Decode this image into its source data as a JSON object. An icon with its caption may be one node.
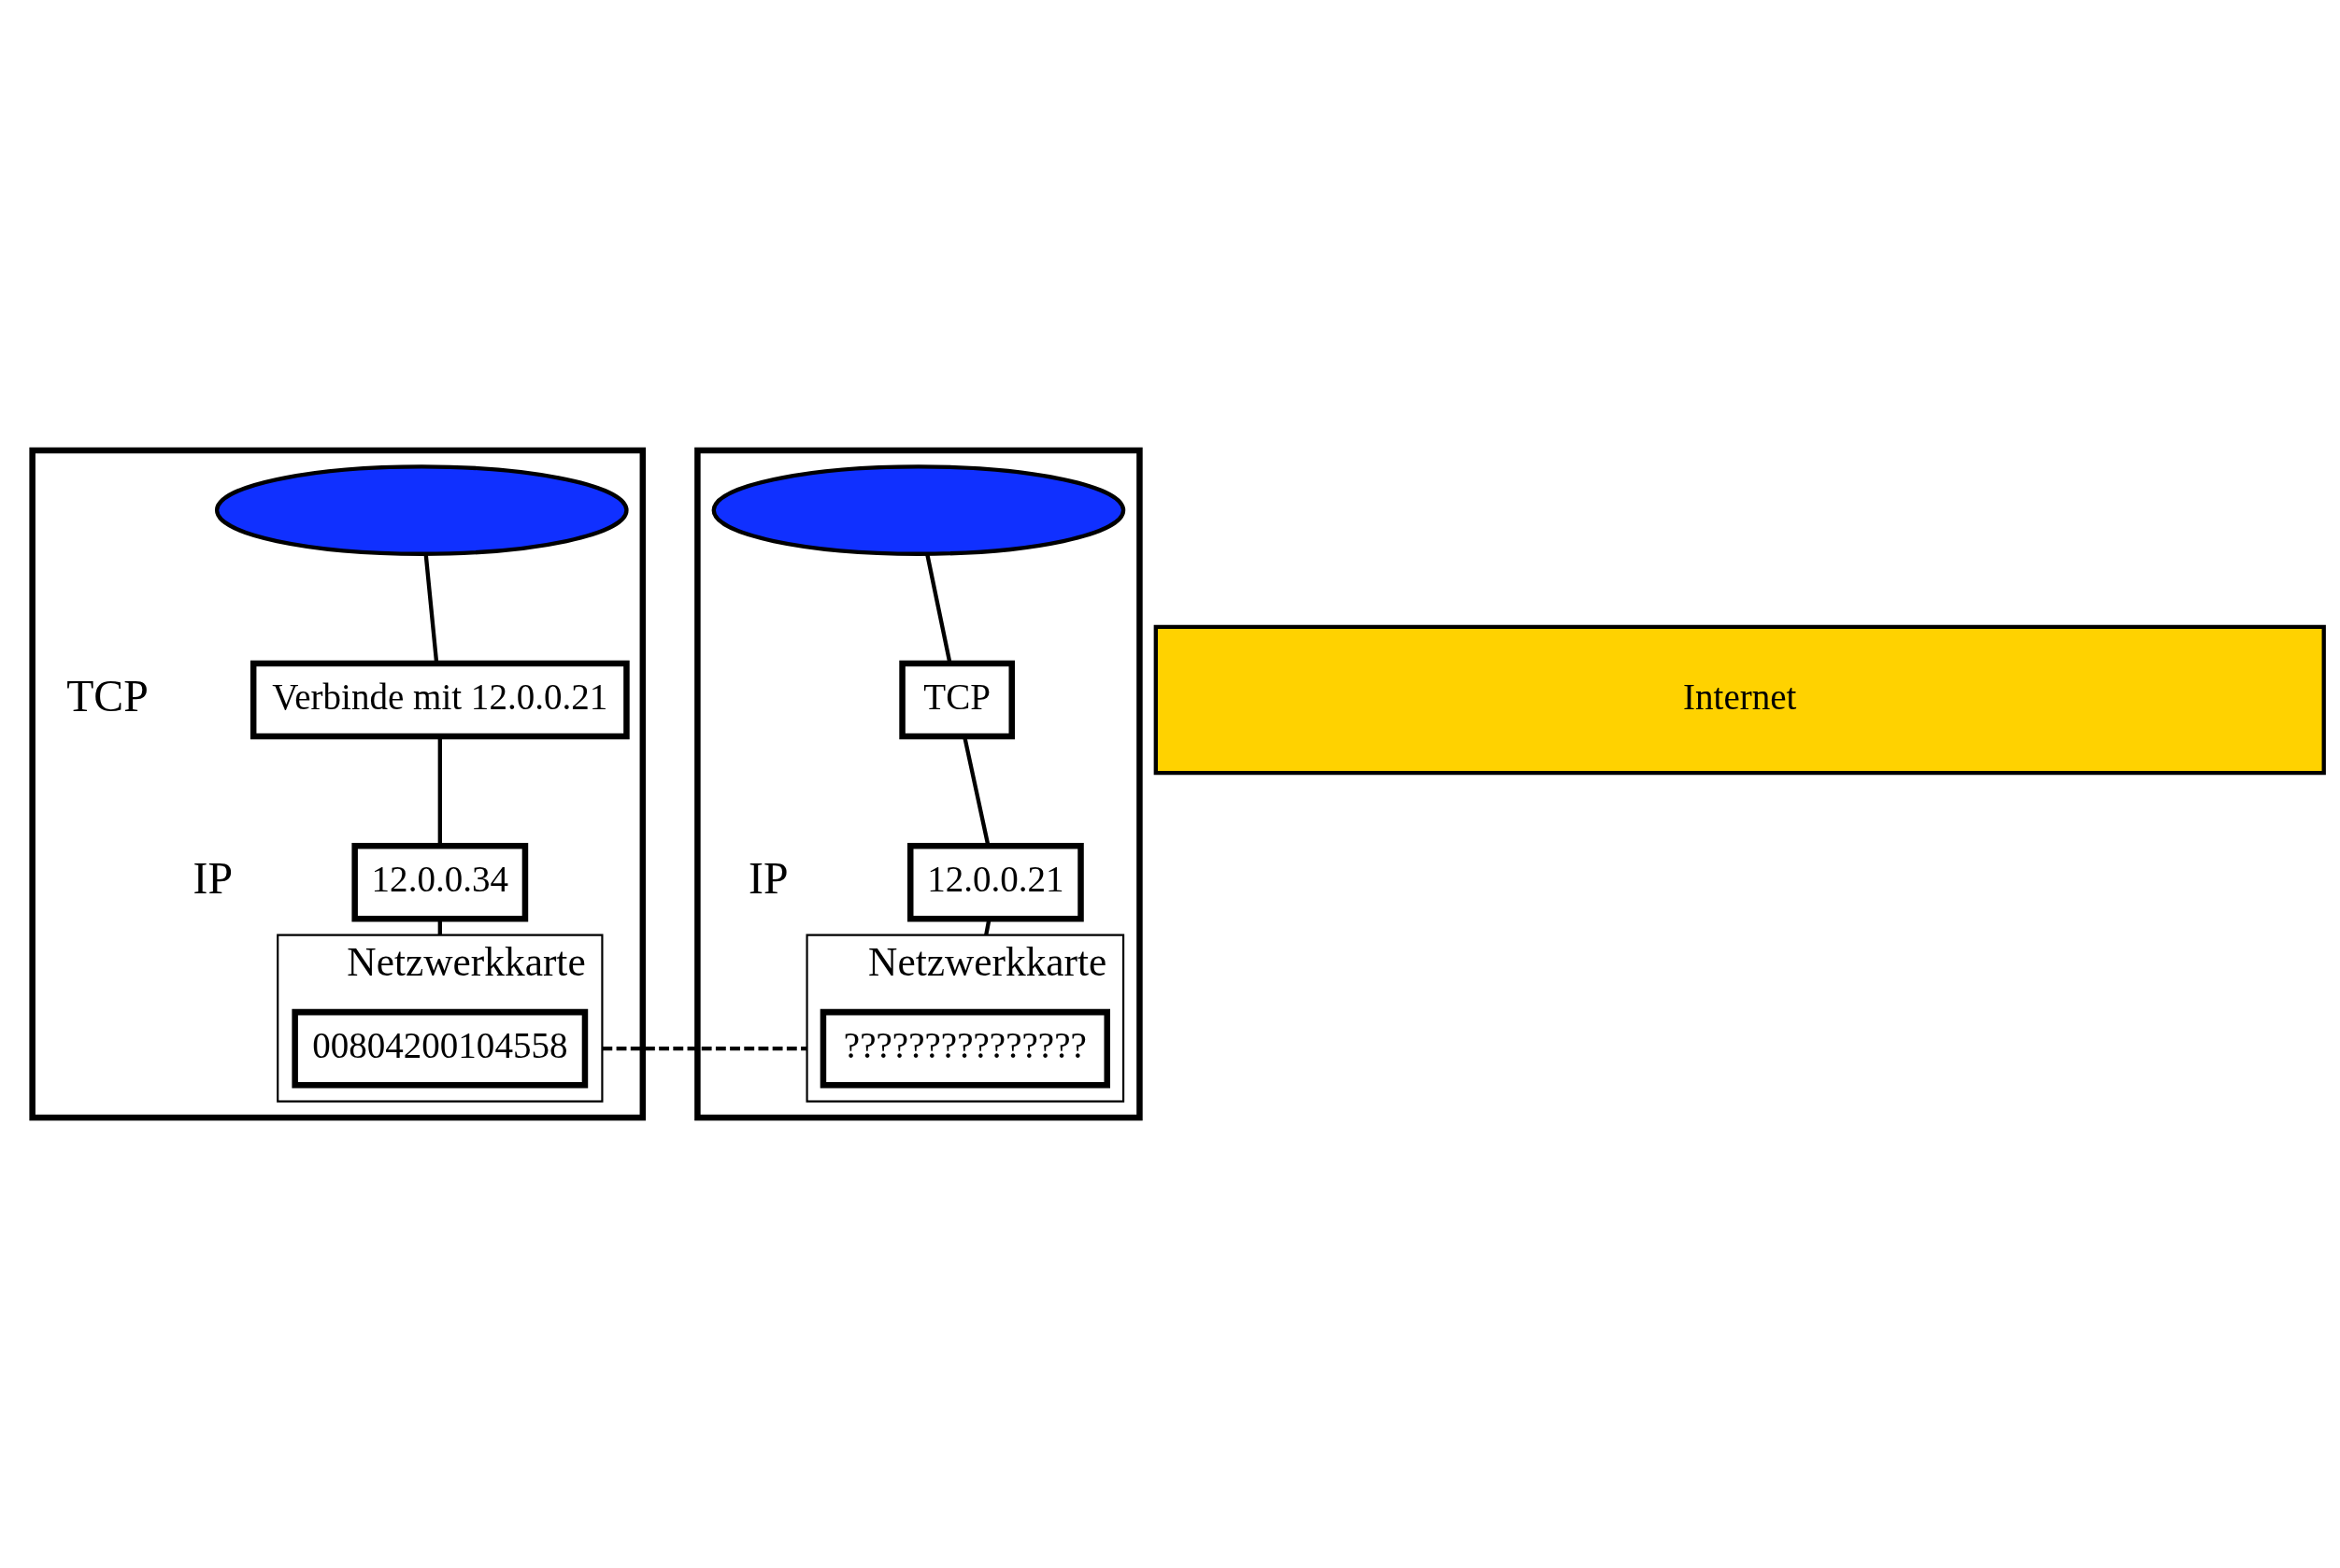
{
  "diagram": {
    "nodes": [
      {
        "text": [],
        "shape": "box"
      },
      {
        "text": [],
        "shape": "ellipse",
        "in": 0
      },
      {
        "text": [
          "Verbinde mit 12.0.0.21"
        ],
        "beside": [
          "TCP"
        ],
        "in": 0
      },
      {
        "text": [
          "12.0.0.34"
        ],
        "beside": [
          "IP"
        ],
        "in": 0
      },
      {
        "text": [
          "Netzwerkkarte"
        ],
        "in": 0
      },
      {
        "text": [
          "00804200104558"
        ],
        "in": 4
      },
      {
        "text": [],
        "shape": "box"
      },
      {
        "text": [],
        "shape": "ellipse",
        "in": 6
      },
      {
        "text": [
          "TCP"
        ],
        "in": 6
      },
      {
        "text": [
          "12.0.0.21"
        ],
        "beside": [
          "IP"
        ],
        "in": 6
      },
      {
        "text": [
          "Netzwerkkarte"
        ],
        "in": 6
      },
      {
        "text": [
          "???????????????"
        ],
        "in": 10
      },
      {
        "text": [
          "Internet"
        ]
      }
    ],
    "edges": [
      {
        "from": 1,
        "to": 2,
        "arrow": "none"
      },
      {
        "from": 2,
        "to": 3,
        "arrow": "none"
      },
      {
        "from": 3,
        "to": 4,
        "arrow": "none"
      },
      {
        "from": 7,
        "to": 8,
        "arrow": "none"
      },
      {
        "from": 8,
        "to": 9,
        "arrow": "none"
      },
      {
        "from": 9,
        "to": 10,
        "arrow": "none"
      },
      {
        "from": 4,
        "to": 10,
        "arrow": "none",
        "style": "dashed"
      }
    ]
  }
}
